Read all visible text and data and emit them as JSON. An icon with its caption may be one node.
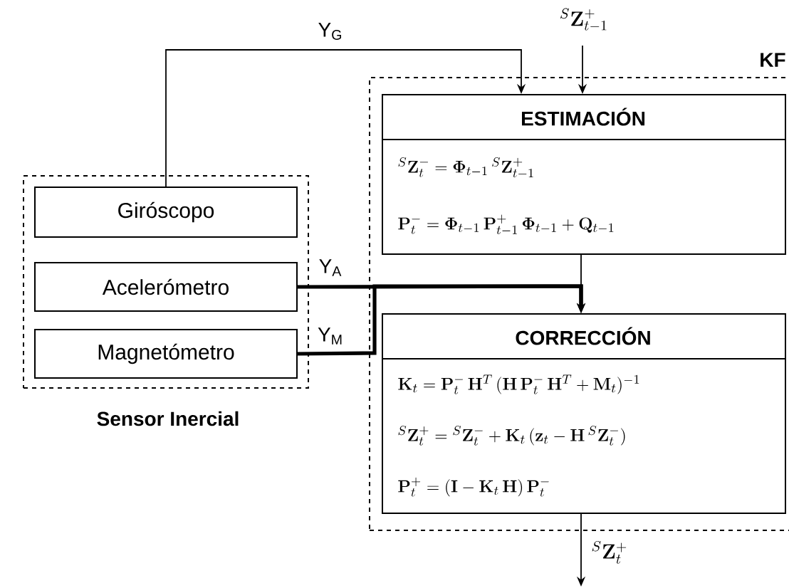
{
  "diagram": {
    "nodes": [
      {
        "text": [
          "Sensor Inercial"
        ]
      },
      {
        "text": [
          "Giróscopo"
        ],
        "in": 0
      },
      {
        "text": [
          "Acelerómetro"
        ],
        "in": 0
      },
      {
        "text": [
          "Magnetómetro"
        ],
        "in": 0
      },
      {
        "text": [
          "KF"
        ]
      },
      {
        "text": [
          "ESTIMACIÓN",
          "{}^{S}\\mathbf{Z}_t^{-} = \\mathbf{\\Phi}_{t-1}\\,{}^{S}\\mathbf{Z}_{t-1}^{+}",
          "\\mathbf{P}_t^{-} = \\mathbf{\\Phi}_{t-1}\\,\\mathbf{P}_{t-1}^{+}\\,\\mathbf{\\Phi}_{t-1} + \\mathbf{Q}_{t-1}"
        ],
        "in": 4
      },
      {
        "text": [
          "CORRECCIÓN",
          "\\mathbf{K}_t = \\mathbf{P}_t^{-}\\,\\mathbf{H}^{T}\\,(\\mathbf{H}\\,\\mathbf{P}_t^{-}\\,\\mathbf{H}^{T} + \\mathbf{M}_t)^{-1}",
          "{}^{S}\\mathbf{Z}_t^{+} = {}^{S}\\mathbf{Z}_t^{-} + \\mathbf{K}_t\\,(\\mathbf{z}_t - \\mathbf{H}\\,{}^{S}\\mathbf{Z}_t^{-})",
          "\\mathbf{P}_t^{+} = (\\mathbf{I} - \\mathbf{K}_t\\,\\mathbf{H})\\,\\mathbf{P}_t^{-}"
        ],
        "in": 4
      }
    ],
    "edges": [
      {
        "from": 1,
        "to": 5,
        "arrow": "to",
        "label": "Y$_{G}$"
      },
      {
        "from": null,
        "to": 5,
        "arrow": "to",
        "label": "{}^{S}\\mathbf{Z}_{t-1}^{+}"
      },
      {
        "from": 2,
        "to": 6,
        "arrow": "to",
        "label": "Y$_{A}$",
        "style": "thick"
      },
      {
        "from": 3,
        "to": 6,
        "arrow": "to",
        "label": "Y$_{M}$",
        "style": "thick"
      },
      {
        "from": 5,
        "to": 6,
        "arrow": "to"
      },
      {
        "from": 6,
        "to": null,
        "arrow": "to",
        "label": "{}^{S}\\mathbf{Z}_t^{+}"
      }
    ]
  }
}
